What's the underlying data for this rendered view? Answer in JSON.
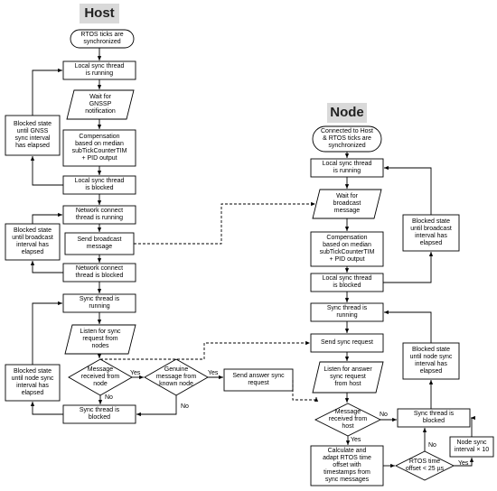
{
  "headers": {
    "host": "Host",
    "node": "Node"
  },
  "host": {
    "start": "RTOS ticks are\nsynchronized",
    "local_running": "Local sync thread\nis running",
    "wait_gnss": "Wait for\nGNSSP\nnotification",
    "compensation": "Compensation\nbased on median\nsubTickCounterTIM\n+ PID output",
    "local_blocked": "Local sync thread\nis blocked",
    "blocked_gnss": "Blocked state\nuntil GNSS\nsync interval\nhas elapsed",
    "net_running": "Network connect\nthread is running",
    "send_broadcast": "Send broadcast\nmessage",
    "net_blocked": "Network connect\nthread is blocked",
    "blocked_broadcast": "Blocked state\nuntil broadcast\ninterval has\nelapsed",
    "sync_running": "Sync thread is\nrunning",
    "listen": "Listen for sync\nrequest from\nnodes",
    "msg_received": "Message\nreceived from\nnode",
    "genuine": "Genuine\nmessage from\nknown node",
    "send_answer": "Send answer sync\nrequest",
    "sync_blocked": "Sync thread is\nblocked",
    "blocked_node_interval": "Blocked state\nuntil node sync\ninterval has\nelapsed"
  },
  "node": {
    "start": "Connected to Host\n& RTOS ticks are\nsynchronized",
    "local_running": "Local sync thread\nis running",
    "wait_broadcast": "Wait for\nbroadcast\nmessage",
    "compensation": "Compensation\nbased on median\nsubTickCounterTIM\n+ PID output",
    "local_blocked": "Local sync thread\nis blocked",
    "blocked_broadcast": "Blocked state\nuntil broadcast\ninterval has\nelapsed",
    "sync_running": "Sync thread is\nrunning",
    "send_request": "Send sync request",
    "listen_answer": "Listen for answer\nsync request\nfrom host",
    "msg_received": "Message\nreceived from\nhost",
    "sync_blocked": "Sync thread is\nblocked",
    "blocked_node_interval": "Blocked state\nuntil node sync\ninterval has\nelapsed",
    "calculate": "Calculate and\nadapt RTOS time\noffset with\ntimestamps from\nsync messages",
    "rtos_offset": "RTOS time\noffset < 25 µs",
    "node_interval": "Node sync\ninterval × 10"
  },
  "edge_labels": {
    "yes": "Yes",
    "no": "No"
  },
  "colors": {
    "stroke": "#000000",
    "fill": "#ffffff",
    "header_bg": "#d9d9d9"
  }
}
